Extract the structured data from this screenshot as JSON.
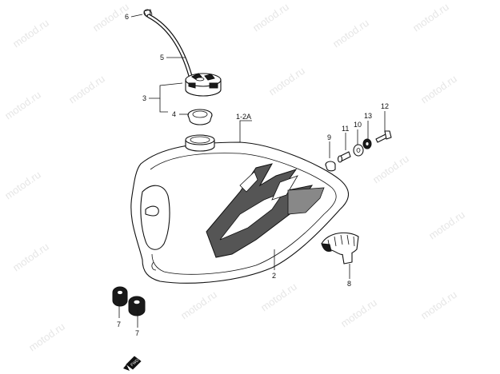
{
  "watermark": "motod.ru",
  "callouts": {
    "p6": "6",
    "p5": "5",
    "p3": "3",
    "p4": "4",
    "p1_2a": "1-2A",
    "p9": "9",
    "p11": "11",
    "p10": "10",
    "p13": "13",
    "p12": "12",
    "p2": "2",
    "p8": "8",
    "p7a": "7",
    "p7b": "7"
  },
  "fwd_label": "FWD"
}
